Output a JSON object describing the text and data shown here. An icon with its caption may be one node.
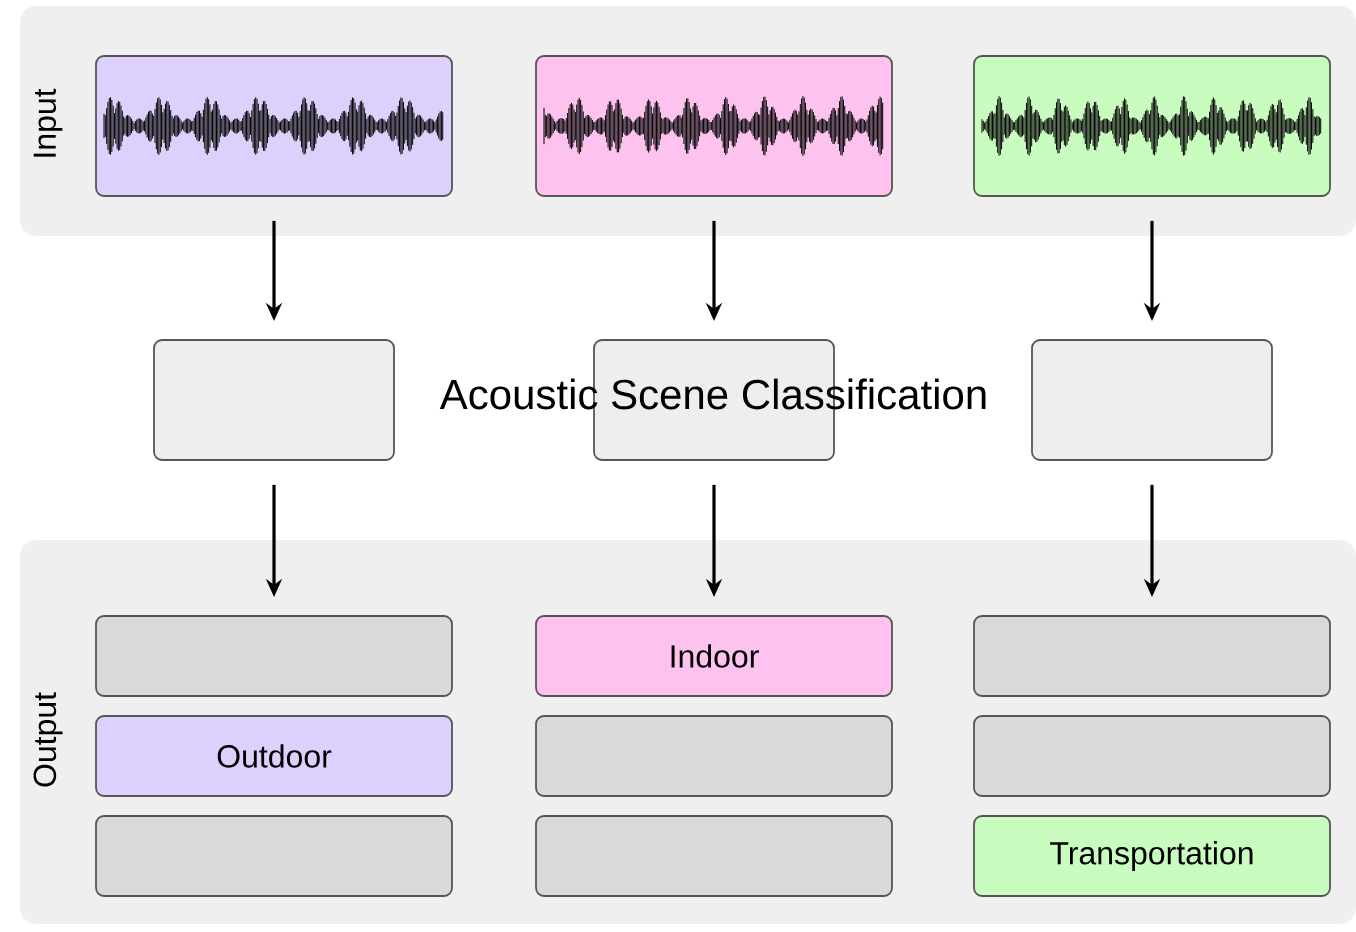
{
  "diagram": {
    "nodes": [
      {
        "text": [
          "Input"
        ]
      },
      {
        "text": [],
        "shape": "picture",
        "in": 0
      },
      {
        "text": [],
        "shape": "picture",
        "in": 0
      },
      {
        "text": [],
        "shape": "picture",
        "in": 0
      },
      {
        "text": [],
        "shape": "box"
      },
      {
        "text": [],
        "shape": "box"
      },
      {
        "text": [],
        "shape": "box"
      },
      {
        "text": [
          "Output"
        ]
      },
      {
        "text": [],
        "shape": "box",
        "in": 7
      },
      {
        "text": [
          "Indoor"
        ],
        "in": 7
      },
      {
        "text": [],
        "shape": "box",
        "in": 7
      },
      {
        "text": [
          "Outdoor"
        ],
        "in": 7
      },
      {
        "text": [],
        "shape": "box",
        "in": 7
      },
      {
        "text": [],
        "shape": "box",
        "in": 7
      },
      {
        "text": [],
        "shape": "box",
        "in": 7
      },
      {
        "text": [],
        "shape": "box",
        "in": 7
      },
      {
        "text": [
          "Transportation"
        ],
        "in": 7
      }
    ],
    "edges": [
      {
        "from": 1,
        "to": 4,
        "arrow": "to"
      },
      {
        "from": 2,
        "to": 5,
        "arrow": "to"
      },
      {
        "from": 3,
        "to": 6,
        "arrow": "to"
      },
      {
        "from": 4,
        "to": 8,
        "arrow": "to"
      },
      {
        "from": 5,
        "to": 9,
        "arrow": "to"
      },
      {
        "from": 6,
        "to": 10,
        "arrow": "to"
      }
    ],
    "labels": [
      "Acoustic Scene Classification"
    ]
  }
}
